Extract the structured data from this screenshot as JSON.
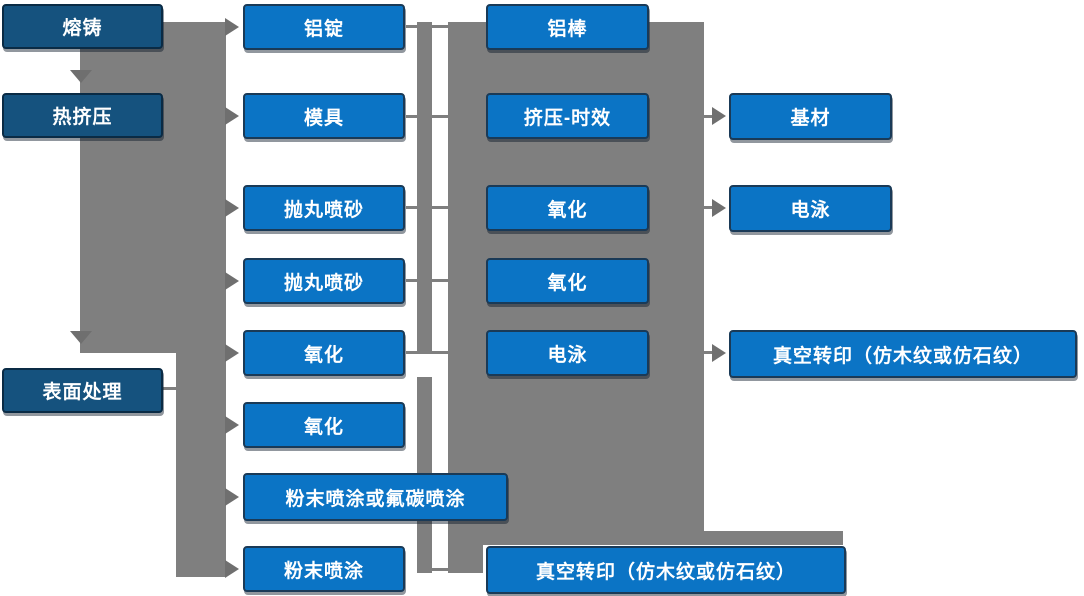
{
  "colors": {
    "dark_box": "#15527E",
    "dark_box_border": "#0A2B45",
    "blue_box": "#0B74C5",
    "box_border": "#1A3A57",
    "connector": "#7F7F7F",
    "arrow_color": "#6F6F6F",
    "text_color": "#FFFFFF"
  },
  "nodes": {
    "col1": [
      "熔铸",
      "热挤压",
      "表面处理"
    ],
    "col2": [
      "铝锭",
      "模具",
      "抛丸喷砂",
      "抛丸喷砂",
      "氧化",
      "氧化",
      "粉末喷涂或氟碳喷涂",
      "粉末喷涂"
    ],
    "col3": [
      "铝棒",
      "挤压-时效",
      "氧化",
      "氧化",
      "电泳",
      "真空转印（仿木纹或仿石纹）"
    ],
    "col4": [
      "基材",
      "电泳",
      "真空转印（仿木纹或仿石纹）"
    ]
  }
}
